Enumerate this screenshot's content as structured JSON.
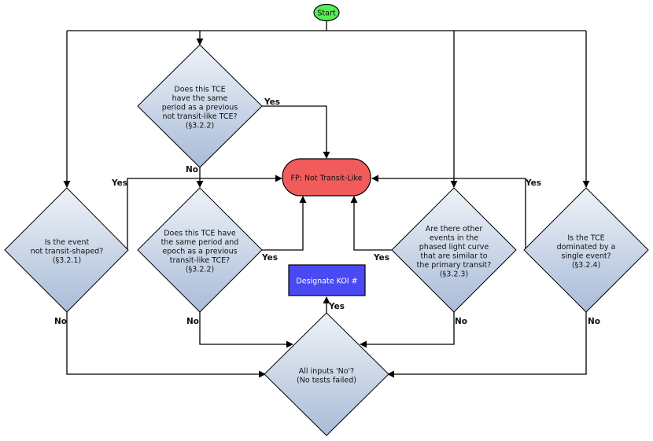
{
  "colors": {
    "start_fill": "#55ee55",
    "fp_fill": "#f25b5b",
    "koi_fill": "#4a4af2",
    "koi_text": "#ffffff",
    "diamond_top": "#eef2f8",
    "diamond_bottom": "#a9bcd8",
    "stroke": "#000000"
  },
  "nodes": {
    "start": {
      "lines": [
        "Start"
      ]
    },
    "fp": {
      "lines": [
        "FP: Not Transit-Like"
      ]
    },
    "koi": {
      "lines": [
        "Designate KOI #"
      ]
    },
    "q_same_period_not_transit": {
      "lines": [
        "Does this TCE",
        "have the same",
        "period as a previous",
        "not transit-like TCE?",
        "(§3.2.2)"
      ]
    },
    "q_not_transit_shaped": {
      "lines": [
        "Is the event",
        "not transit-shaped?",
        "(§3.2.1)"
      ]
    },
    "q_same_period_epoch": {
      "lines": [
        "Does this TCE have",
        "the same period and",
        "epoch as a previous",
        "transit-like TCE?",
        "(§3.2.2)"
      ]
    },
    "q_other_events": {
      "lines": [
        "Are there other",
        "events in the",
        "phased light curve",
        "that are similar to",
        "the primary transit?",
        "(§3.2.3)"
      ]
    },
    "q_single_event": {
      "lines": [
        "Is the TCE",
        "dominated by a",
        "single event?",
        "(§3.2.4)"
      ]
    },
    "q_all_no": {
      "lines": [
        "All inputs 'No'?",
        "(No tests failed)"
      ]
    }
  },
  "edge_labels": {
    "yes": "Yes",
    "no": "No"
  }
}
